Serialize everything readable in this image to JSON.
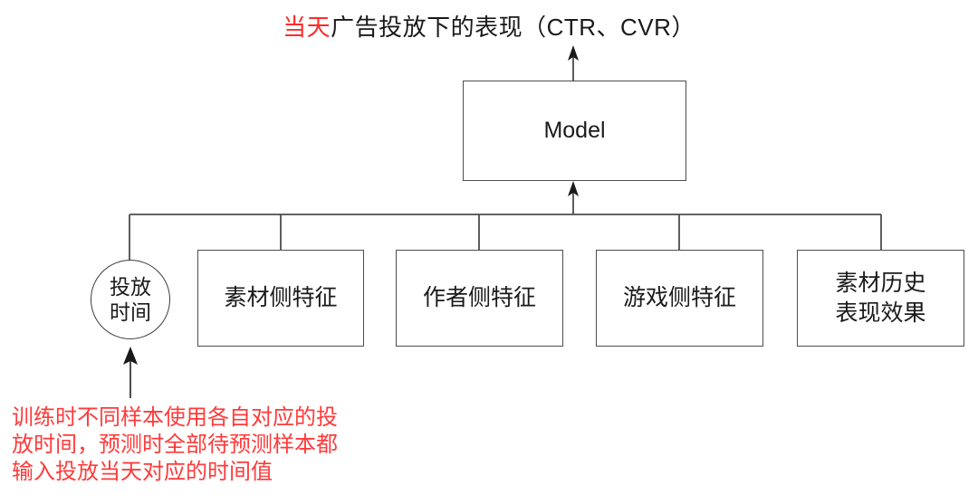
{
  "diagram": {
    "title": {
      "highlight": "当天",
      "rest": "广告投放下的表现（CTR、CVR）",
      "highlight_color": "#ff2a2a",
      "full_text": "当天广告投放下的表现（CTR、CVR）"
    },
    "model_node": {
      "label": "Model"
    },
    "time_node": {
      "line1": "投放",
      "line2": "时间",
      "shape": "circle"
    },
    "feature_nodes": [
      {
        "line1": "素材侧特征",
        "line2": ""
      },
      {
        "line1": "作者侧特征",
        "line2": ""
      },
      {
        "line1": "游戏侧特征",
        "line2": ""
      },
      {
        "line1": "素材历史",
        "line2": "表现效果"
      }
    ],
    "annotation": {
      "color": "#ff3a3a",
      "lines": [
        "训练时不同样本使用各自对应的投",
        "放时间，预测时全部待预测样本都",
        "输入投放当天对应的时间值"
      ]
    },
    "edges": {
      "model_to_title": "arrow-up",
      "features_to_model": "arrow-up",
      "annotation_to_time_node": "arrow-up"
    },
    "colors": {
      "stroke": "#4d4d4d",
      "text": "#1a1a1a",
      "background": "#ffffff",
      "accent_red": "#ff3a3a"
    }
  }
}
